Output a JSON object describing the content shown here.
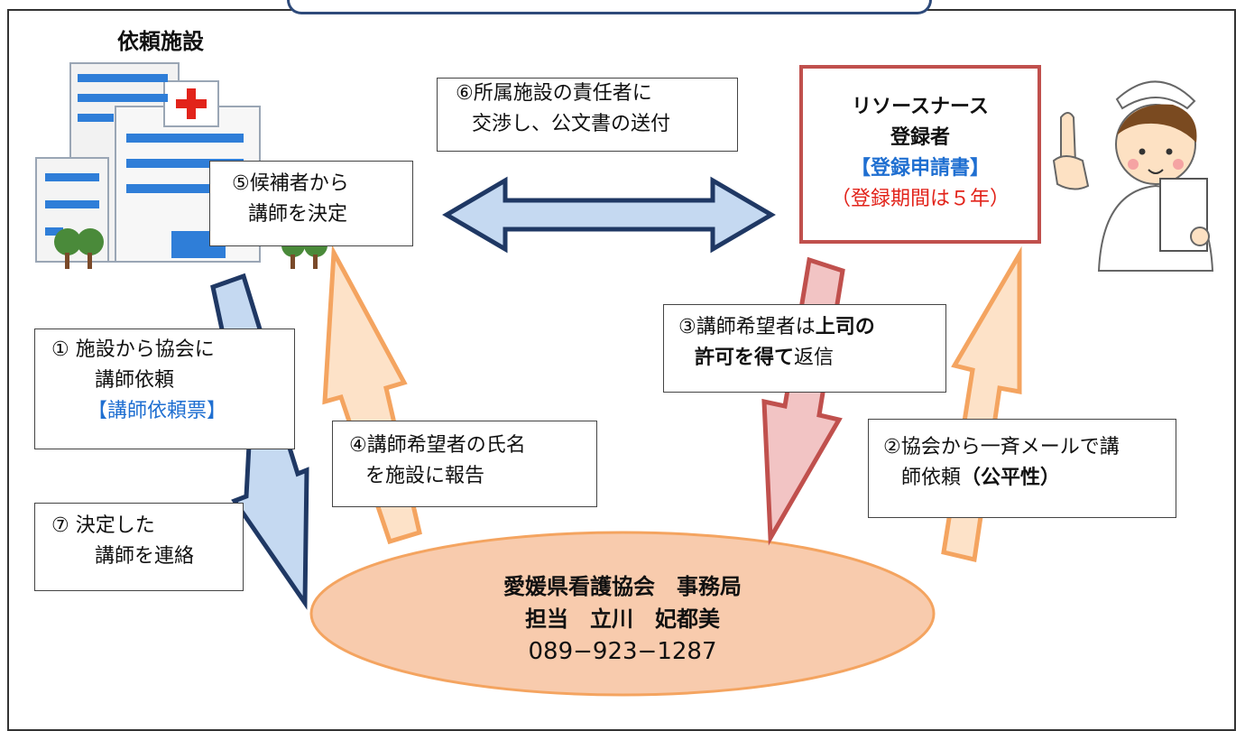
{
  "facility_title": "依頼施設",
  "step6": {
    "line1": "⑥所属施設の責任者に",
    "line2": "交渉し、公文書の送付"
  },
  "step5": {
    "line1": "⑤候補者から",
    "line2": "講師を決定"
  },
  "resource_nurse": {
    "line1": "リソースナース",
    "line2": "登録者",
    "line3": "【登録申請書】",
    "line4": "（登録期間は５年）"
  },
  "step1": {
    "line1": "①  施設から協会に",
    "line2": "講師依頼",
    "line3": "【講師依頼票】"
  },
  "step3": {
    "line1a": "③講師希望者は",
    "line1b": "上司の",
    "line2a": "許可を得て",
    "line2b": "返信"
  },
  "step4": {
    "line1": "④講師希望者の氏名",
    "line2": "を施設に報告"
  },
  "step2": {
    "line1": "②協会から一斉メールで講",
    "line2a": "師依頼",
    "line2b": "（公平性）"
  },
  "step7": {
    "line1": "⑦  決定した",
    "line2": "講師を連絡"
  },
  "office": {
    "line1": "愛媛県看護協会　事務局",
    "line2": "担当　立川　妃都美",
    "line3": "089−923−1287"
  },
  "colors": {
    "dark_blue": "#1f3864",
    "light_blue_fill": "#c5d9f1",
    "orange": "#f4a460",
    "light_orange_fill": "#fde2c8",
    "red_border": "#c0504d",
    "pink_fill": "#f2c4c4",
    "ellipse_fill": "#f8cbad",
    "blue_text": "#1f6fd1",
    "red_text": "#e2231a"
  }
}
